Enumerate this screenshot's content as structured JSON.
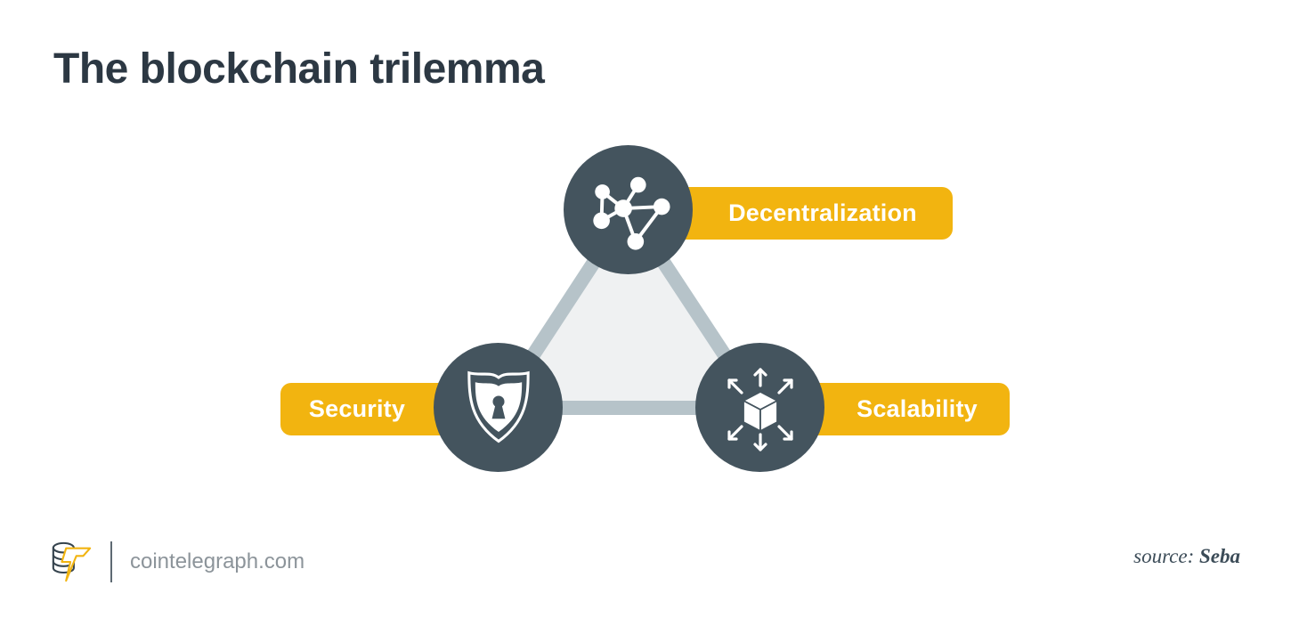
{
  "title": "The blockchain trilemma",
  "colors": {
    "accent": "#F2B410",
    "node": "#44545E",
    "triangle-stroke": "#B6C3C9",
    "triangle-fill": "#EFF1F2",
    "title-text": "#2C3843",
    "label-text": "#FFFFFF",
    "footer-text": "#8C949A",
    "source-text": "#3C4C58"
  },
  "nodes": [
    {
      "id": "decentralization",
      "label": "Decentralization",
      "icon": "network-icon"
    },
    {
      "id": "security",
      "label": "Security",
      "icon": "shield-keyhole-icon"
    },
    {
      "id": "scalability",
      "label": "Scalability",
      "icon": "cube-expand-icon"
    }
  ],
  "footer": {
    "site": "cointelegraph.com",
    "source_prefix": "source:",
    "source_name": "Seba"
  }
}
